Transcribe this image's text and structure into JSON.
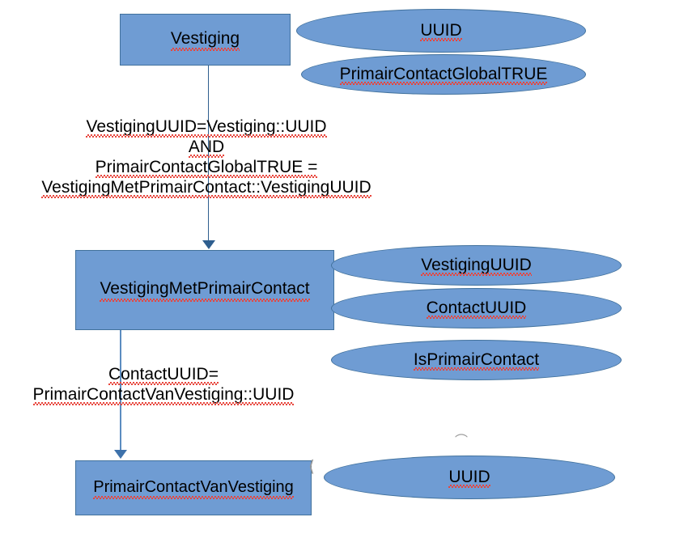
{
  "diagram": {
    "type": "entity-relationship-mapping",
    "background_color": "#FFFFFF",
    "shape_fill_color": "#6F9CD3",
    "shape_border_color": "#41719C",
    "connector_color": "#2E5E8E",
    "spellcheck_underline_color": "#E8453C"
  },
  "entities": [
    {
      "id": "vestiging",
      "label": "Vestiging",
      "attributes": [
        {
          "label": "UUID"
        },
        {
          "label": "PrimairContactGlobalTRUE"
        }
      ]
    },
    {
      "id": "vestiging-met-primair-contact",
      "label": "VestigingMetPrimairContact",
      "attributes": [
        {
          "label": "VestigingUUID"
        },
        {
          "label": "ContactUUID"
        },
        {
          "label": "IsPrimairContact"
        }
      ]
    },
    {
      "id": "primair-contact-van-vestiging",
      "label": "PrimairContactVanVestiging",
      "attributes": [
        {
          "label": "UUID"
        }
      ]
    }
  ],
  "connectors": [
    {
      "id": "vestiging-to-vestigingmetprimaircontact",
      "from": "vestiging",
      "to": "vestiging-met-primair-contact",
      "label_lines": [
        "VestigingUUID=Vestiging::UUID",
        "AND",
        "PrimairContactGlobalTRUE =",
        "VestigingMetPrimairContact::VestigingUUID"
      ]
    },
    {
      "id": "vestigingmetprimaircontact-to-primaircontactvanvestiging",
      "from": "vestiging-met-primair-contact",
      "to": "primair-contact-van-vestiging",
      "label_lines": [
        "ContactUUID=",
        "PrimairContactVanVestiging::UUID"
      ]
    }
  ],
  "artifacts": [
    {
      "id": "selection-handle-bracket",
      "glyph": "⟨"
    },
    {
      "id": "stray-arc-mark",
      "glyph": "⌒"
    }
  ]
}
